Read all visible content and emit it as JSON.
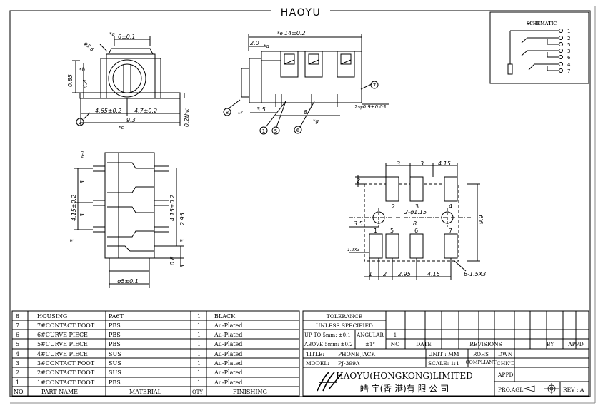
{
  "header": {
    "brand": "HAOYU"
  },
  "schematic": {
    "title": "SCHEMATIC",
    "pins": [
      "1",
      "2",
      "5",
      "3",
      "6",
      "4",
      "7"
    ]
  },
  "views": {
    "front": {
      "dims": [
        "*a",
        "6±0.1",
        "φ3.6",
        "*b",
        "0.85",
        "4.4",
        "4.65±0.2",
        "4.7±0.2",
        "9.3",
        "*c",
        "0.2thk"
      ],
      "callout": "2"
    },
    "side": {
      "dims": [
        "*e",
        "14±0.2",
        "2.0",
        "*d",
        "*f",
        "3.5",
        "8",
        "*g",
        "2-φ0.9±0.05"
      ],
      "callouts": [
        "8",
        "1",
        "5",
        "6",
        "7"
      ]
    },
    "bottom": {
      "dims": [
        "6-1",
        "3",
        "4.15±0.2",
        "3",
        "3",
        "4.15±0.2",
        "2.95",
        "3",
        "0.8",
        "3",
        "φ5±0.1"
      ]
    },
    "pcb": {
      "dims": [
        "3",
        "3",
        "4.15",
        "2",
        "2",
        "3",
        "4",
        "2-φ1.15",
        "3.5",
        "5",
        "8",
        "6",
        "1",
        "7",
        "9.9",
        "1.2X3",
        "1",
        "2",
        "2.95",
        "4.15",
        "6-1.5X3"
      ]
    }
  },
  "bom": {
    "headers": [
      "NO.",
      "PART   NAME",
      "MATERIAL",
      "QTY",
      "FINISHING"
    ],
    "rows": [
      {
        "no": "8",
        "name": "HOUSING",
        "material": "PA6T",
        "qty": "1",
        "finish": "BLACK"
      },
      {
        "no": "7",
        "name": "7#CONTACT FOOT",
        "material": "PBS",
        "qty": "1",
        "finish": "Au-Plated"
      },
      {
        "no": "6",
        "name": "6#CURVE PIECE",
        "material": "PBS",
        "qty": "1",
        "finish": "Au-Plated"
      },
      {
        "no": "5",
        "name": "5#CURVE PIECE",
        "material": "PBS",
        "qty": "1",
        "finish": "Au-Plated"
      },
      {
        "no": "4",
        "name": "4#CURVE PIECE",
        "material": "SUS",
        "qty": "1",
        "finish": "Au-Plated"
      },
      {
        "no": "3",
        "name": "3#CONTACT FOOT",
        "material": "SUS",
        "qty": "1",
        "finish": "Au-Plated"
      },
      {
        "no": "2",
        "name": "2#CONTACT FOOT",
        "material": "SUS",
        "qty": "1",
        "finish": "Au-Plated"
      },
      {
        "no": "1",
        "name": "1#CONTACT FOOT",
        "material": "PBS",
        "qty": "1",
        "finish": "Au-Plated"
      }
    ]
  },
  "tolerance": {
    "title": "TOLERANCE",
    "unless": "UNLESS   SPECIFIED",
    "up_to": "UP TO 5mm: ±0.1",
    "above": "ABOVE 5mm: ±0.2",
    "angular_label": "ANGULAR",
    "angular_value": "±1°",
    "rev_no": "1"
  },
  "revisions": {
    "no": "NO",
    "date": "DATE",
    "revisions": "REVISIONS",
    "by": "BY",
    "appd": "APPD"
  },
  "title_block": {
    "title_label": "TITLE:",
    "title_value": "PHONE JACK",
    "model_label": "MODEL:",
    "model_value": "PJ-399A",
    "unit": "UNIT : MM",
    "scale": "SCALE: 1:1",
    "rohs": "ROHS",
    "compliant": "COMPLIANT",
    "dwn": "DWN",
    "chkd": "CHK'D",
    "appd": "APPD",
    "company": "HAOYU(HONGKONG)LIMITED",
    "company_cn": "皓 宇(香 港)有 限 公 司",
    "pro_agl": "PRO.AGL:",
    "rev": "REV : A"
  }
}
